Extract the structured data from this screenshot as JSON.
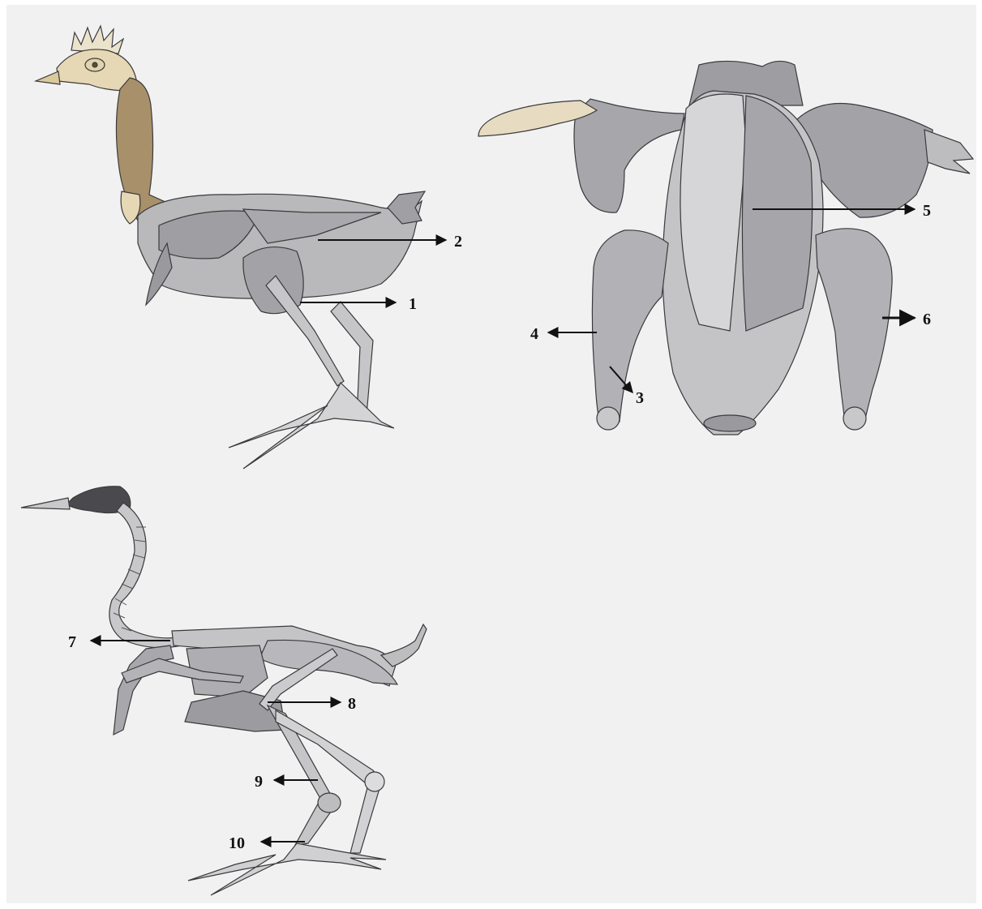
{
  "labels": {
    "l1": "1",
    "l2": "2",
    "l3": "3",
    "l4": "4",
    "l5": "5",
    "l6": "6",
    "l7": "7",
    "l8": "8",
    "l9": "9",
    "l10": "10"
  },
  "colors": {
    "background": "#f2f1f2",
    "muscle": "#b9b9bb",
    "muscle_dark": "#8f8f93",
    "skin_head": "#e6d8b4",
    "neck": "#a8906a",
    "bone": "#d0d0d2",
    "outline": "#3a3a3c"
  }
}
